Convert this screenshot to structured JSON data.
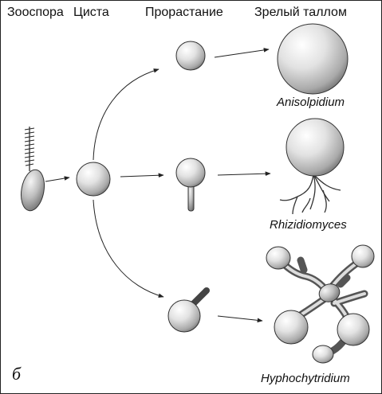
{
  "header": {
    "zoospore": "Зооспора",
    "cyst": "Циста",
    "germination": "Прорастание",
    "mature_thallus": "Зрелый таллом"
  },
  "genera": {
    "anisolpidium": "Anisolpidium",
    "rhizidiomyces": "Rhizidiomyces",
    "hyphochytridium": "Hyphochytridium"
  },
  "panel_label": "б"
}
